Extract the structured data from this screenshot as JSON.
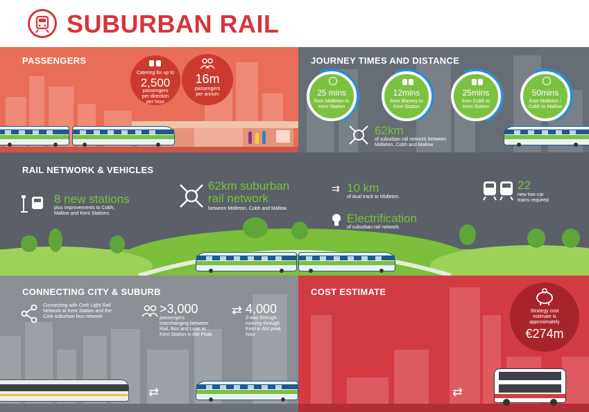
{
  "header": {
    "title": "SUBURBAN RAIL",
    "logo_icon": "train-icon",
    "accent": "#d8333b"
  },
  "passengers": {
    "title": "PASSENGERS",
    "capacity": {
      "prefix": "Catering for up to",
      "value": "2,500",
      "suffix1": "passengers",
      "suffix2": "per direction",
      "suffix3": "per hour",
      "icon": "seats-icon"
    },
    "annual": {
      "value": "16m",
      "suffix1": "passengers",
      "suffix2": "per annum",
      "icon": "people-icon"
    }
  },
  "journey": {
    "title": "JOURNEY TIMES AND DISTANCE",
    "times": [
      {
        "value": "25 mins",
        "desc1": "from Midleton to",
        "desc2": "Kent Station"
      },
      {
        "value": "12mins",
        "desc1": "from Blarney to",
        "desc2": "Kent Station"
      },
      {
        "value": "25mins",
        "desc1": "from Cobh to",
        "desc2": "Kent Station"
      },
      {
        "value": "50mins",
        "desc1": "from Midleton /",
        "desc2": "Cobh to Mallow"
      }
    ],
    "distance": {
      "value": "62km",
      "desc1": "of suburban rail network between",
      "desc2": "Midleton, Cobh and Mallow"
    }
  },
  "network": {
    "title": "RAIL NETWORK & VEHICLES",
    "stations": {
      "value": "8 new stations",
      "desc1": "plus improvements to Cobh,",
      "desc2": "Mallow and Kent Stations."
    },
    "suburban": {
      "value1": "62km suburban",
      "value2": "rail network",
      "desc": "between Midleton, Cobh and Mallow."
    },
    "dual": {
      "value": "10 km",
      "desc": "of dual track to Midleton."
    },
    "electric": {
      "value": "Electrification",
      "desc": "of suburban rail network."
    },
    "trains": {
      "value": "22",
      "desc1": "new two-car",
      "desc2": "trains required"
    }
  },
  "connecting": {
    "title": "CONNECTING CITY & SUBURB",
    "luas": {
      "desc1": "Connecting with Cork Light Rail",
      "desc2": "Network at Kent Station and the",
      "desc3": "Cork suburban bus network"
    },
    "interchange": {
      "value": ">3,000",
      "desc1": "passengers",
      "desc2": "interchanging between",
      "desc3": "Rail, Bus and Luas at",
      "desc4": "Kent Station in AM Peak."
    },
    "through": {
      "value": "4,000",
      "desc1": "2-way through-",
      "desc2": "running through",
      "desc3": "Kent in AM peak",
      "desc4": "hour"
    }
  },
  "cost": {
    "title": "COST ESTIMATE",
    "desc1": "Strategy cost",
    "desc2": "estimate is",
    "desc3": "approximately",
    "value": "€274m",
    "icon": "piggy-bank-icon"
  }
}
